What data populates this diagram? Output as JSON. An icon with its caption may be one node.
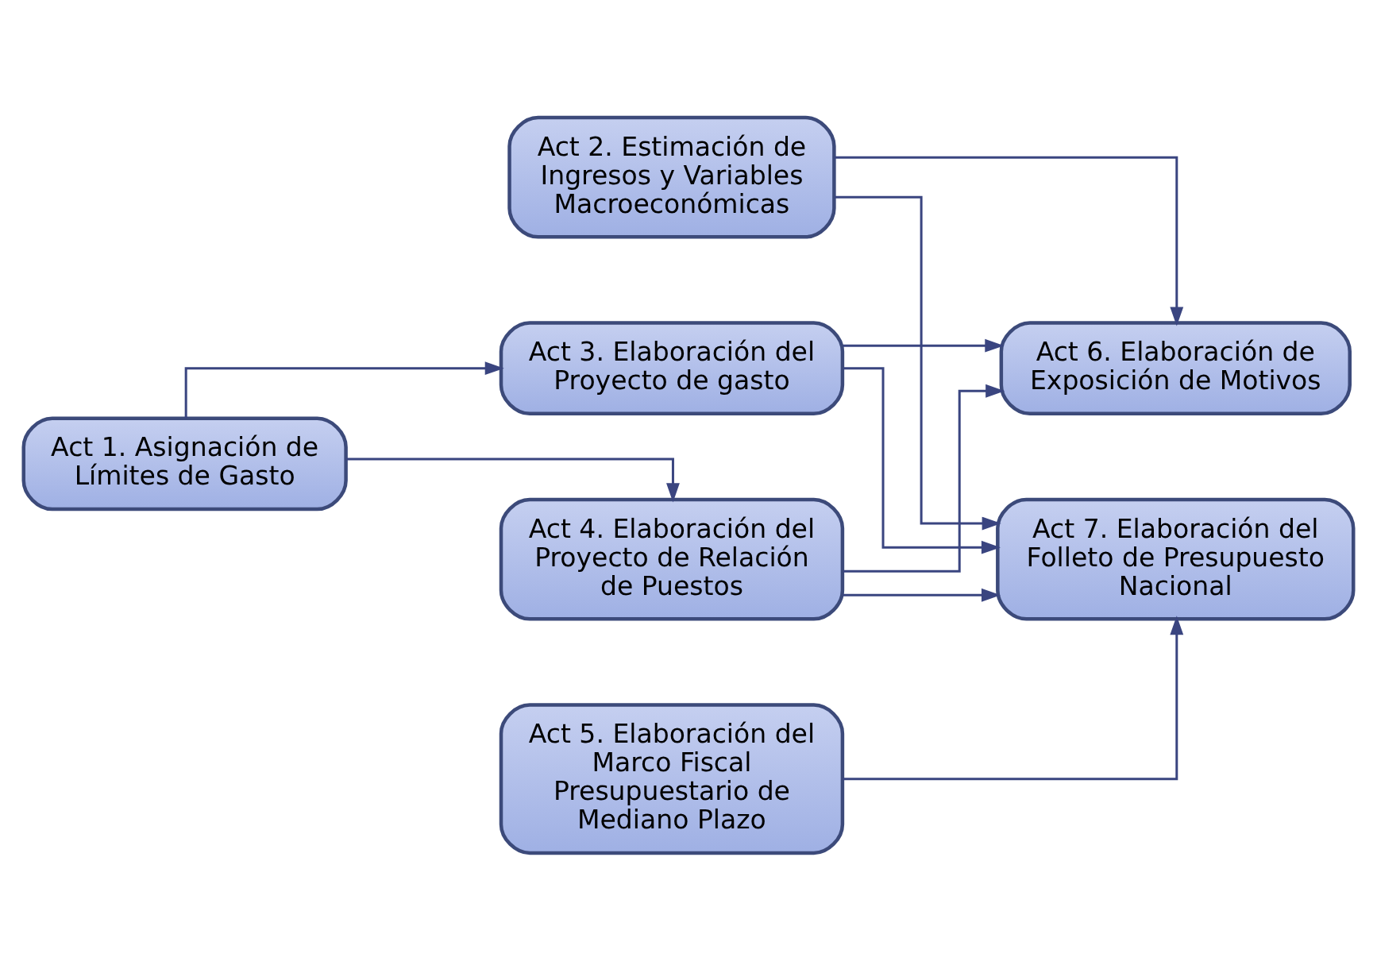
{
  "diagram": {
    "nodes": [
      {
        "text": [
          "Act 1. Asignación de Límites de Gasto"
        ]
      },
      {
        "text": [
          "Act 2. Estimación de Ingresos y Variables Macroeconómicas"
        ]
      },
      {
        "text": [
          "Act 3. Elaboración del Proyecto de gasto"
        ]
      },
      {
        "text": [
          "Act 4. Elaboración del Proyecto de Relación de Puestos"
        ]
      },
      {
        "text": [
          "Act 5. Elaboración del Marco Fiscal Presupuestario de Mediano Plazo"
        ]
      },
      {
        "text": [
          "Act 6. Elaboración de Exposición de Motivos"
        ]
      },
      {
        "text": [
          "Act 7. Elaboración del Folleto de Presupuesto Nacional"
        ]
      }
    ],
    "edges": [
      {
        "from": 0,
        "to": 2,
        "arrow": "to"
      },
      {
        "from": 0,
        "to": 3,
        "arrow": "to"
      },
      {
        "from": 1,
        "to": 5,
        "arrow": "to"
      },
      {
        "from": 2,
        "to": 5,
        "arrow": "to"
      },
      {
        "from": 3,
        "to": 5,
        "arrow": "to"
      },
      {
        "from": 1,
        "to": 6,
        "arrow": "to"
      },
      {
        "from": 2,
        "to": 6,
        "arrow": "to"
      },
      {
        "from": 3,
        "to": 6,
        "arrow": "to"
      },
      {
        "from": 4,
        "to": 6,
        "arrow": "to"
      }
    ]
  }
}
